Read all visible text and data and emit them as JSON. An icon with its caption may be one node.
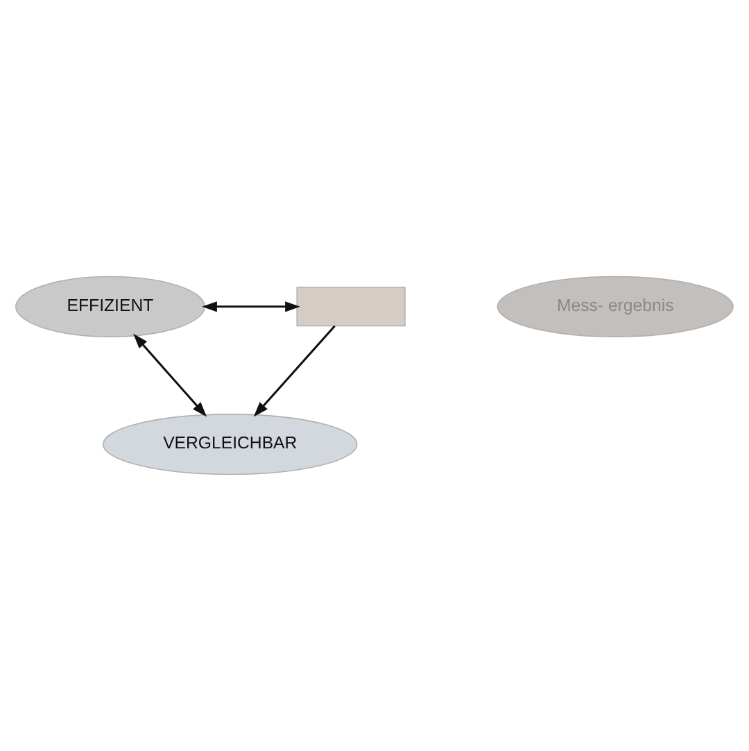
{
  "diagram": {
    "nodes": [
      {
        "text": [
          "EFFIZIENT"
        ]
      },
      {
        "text": [],
        "shape": "box"
      },
      {
        "text": [
          "Mess- ergebnis"
        ]
      },
      {
        "text": [
          "VERGLEICHBAR"
        ]
      }
    ],
    "edges": [
      {
        "from": 0,
        "to": 1,
        "arrow": "both"
      },
      {
        "from": 0,
        "to": 3,
        "arrow": "both"
      },
      {
        "from": 1,
        "to": 3,
        "arrow": "to"
      }
    ]
  }
}
